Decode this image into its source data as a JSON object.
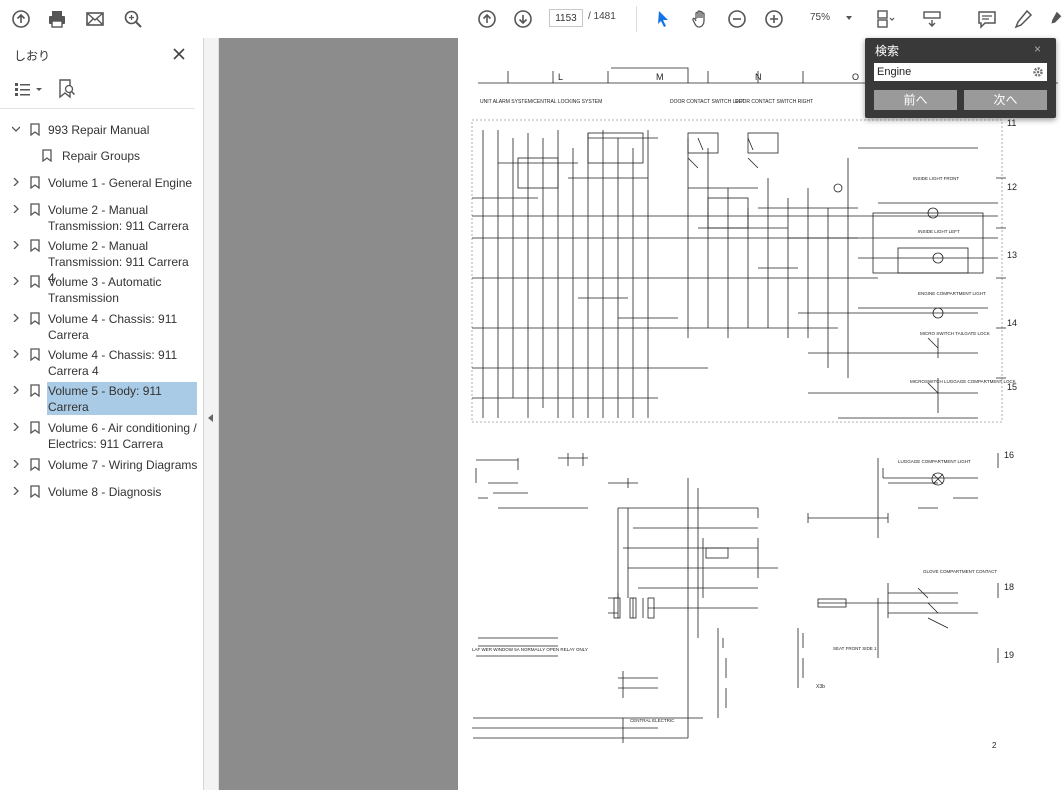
{
  "toolbar": {
    "page_current": "1153",
    "page_total": "/ 1481",
    "zoom": "75%",
    "icons": [
      "cloud-upload-icon",
      "print-icon",
      "mail-icon",
      "zoom-search-icon",
      "page-up-icon",
      "page-down-icon",
      "select-cursor-icon",
      "hand-tool-icon",
      "zoom-out-icon",
      "zoom-in-icon",
      "fit-page-icon",
      "scroll-mode-icon",
      "comment-icon",
      "pen-icon",
      "highlighter-icon"
    ]
  },
  "sidebar": {
    "title": "しおり",
    "bookmarks": [
      {
        "label": "993 Repair Manual"
      },
      {
        "label": "Repair Groups"
      },
      {
        "label": "Volume 1 - General Engine"
      },
      {
        "label": "Volume 2 - Manual Transmission: 911 Carrera"
      },
      {
        "label": "Volume 2 - Manual Transmission: 911 Carrera 4"
      },
      {
        "label": "Volume 3 - Automatic Transmission"
      },
      {
        "label": "Volume 4 - Chassis: 911 Carrera"
      },
      {
        "label": "Volume 4 - Chassis: 911 Carrera 4"
      },
      {
        "label": "Volume 5 - Body: 911 Carrera"
      },
      {
        "label": "Volume 6 - Air conditioning / Electrics: 911 Carrera"
      },
      {
        "label": "Volume 7 - Wiring Diagrams"
      },
      {
        "label": "Volume 8 - Diagnosis"
      }
    ]
  },
  "find": {
    "title": "検索",
    "close": "×",
    "query": "Engine",
    "prev_label": "前へ",
    "next_label": "次へ"
  },
  "diagram": {
    "col_l": "L",
    "col_m": "M",
    "col_n": "N",
    "col_o": "O",
    "heading_left": "UNIT ALARM SYSTEM/CENTRAL LOCKING SYSTEM",
    "heading_door1": "DOOR CONTACT SWITCH LEFT",
    "heading_door2": "DOOR CONTACT SWITCH RIGHT",
    "row_11": "11",
    "row_12": "12",
    "row_13": "13",
    "row_14": "14",
    "row_15": "15",
    "row_16": "16",
    "row_18": "18",
    "row_19": "19",
    "label_inside_light_front": "INSIDE LIGHT FRONT",
    "label_inside_light_left": "INSIDE LIGHT LEFT",
    "label_engine_compartment_light": "ENGINE COMPARTMENT LIGHT",
    "label_micro_switch": "MICRO SWITCH TAILGATE LOCK",
    "label_microswitch_luggage": "MICROSWITCH LUGGAGE COMPARTMENT LOCK",
    "label_luggage_compartment_light": "LUGGAGE COMPARTMENT LIGHT",
    "label_glove_compartment": "GLOVE COMPARTMENT CONTACT",
    "label_window": "LAF WER WINDOW 5A NORMALLY OPEN RELAY ONLY",
    "label_central_electric": "CENTRAL ELECTRIC",
    "label_seat": "SEAT FRONT SIDE 1",
    "label_x3b": "X3b",
    "page_number": "2"
  }
}
